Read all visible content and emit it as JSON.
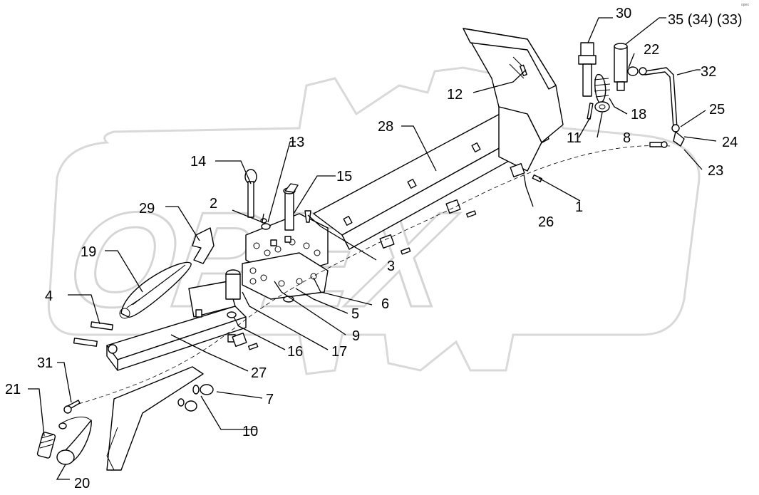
{
  "watermark": {
    "text": "OPEX"
  },
  "corner_mark": "opex",
  "callouts": [
    {
      "id": "c1",
      "text": "1"
    },
    {
      "id": "c2",
      "text": "2"
    },
    {
      "id": "c3",
      "text": "3"
    },
    {
      "id": "c4",
      "text": "4"
    },
    {
      "id": "c5",
      "text": "5"
    },
    {
      "id": "c6",
      "text": "6"
    },
    {
      "id": "c7",
      "text": "7"
    },
    {
      "id": "c8",
      "text": "8"
    },
    {
      "id": "c9",
      "text": "9"
    },
    {
      "id": "c10",
      "text": "10"
    },
    {
      "id": "c11",
      "text": "11"
    },
    {
      "id": "c12",
      "text": "12"
    },
    {
      "id": "c13",
      "text": "13"
    },
    {
      "id": "c14",
      "text": "14"
    },
    {
      "id": "c15",
      "text": "15"
    },
    {
      "id": "c16",
      "text": "16"
    },
    {
      "id": "c17",
      "text": "17"
    },
    {
      "id": "c18",
      "text": "18"
    },
    {
      "id": "c19",
      "text": "19"
    },
    {
      "id": "c20",
      "text": "20"
    },
    {
      "id": "c21",
      "text": "21"
    },
    {
      "id": "c22",
      "text": "22"
    },
    {
      "id": "c23",
      "text": "23"
    },
    {
      "id": "c24",
      "text": "24"
    },
    {
      "id": "c25",
      "text": "25"
    },
    {
      "id": "c26",
      "text": "26"
    },
    {
      "id": "c27",
      "text": "27"
    },
    {
      "id": "c28",
      "text": "28"
    },
    {
      "id": "c29",
      "text": "29"
    },
    {
      "id": "c30",
      "text": "30"
    },
    {
      "id": "c31",
      "text": "31"
    },
    {
      "id": "c32",
      "text": "32"
    },
    {
      "id": "c35",
      "text": "35 (34) (33)"
    }
  ]
}
